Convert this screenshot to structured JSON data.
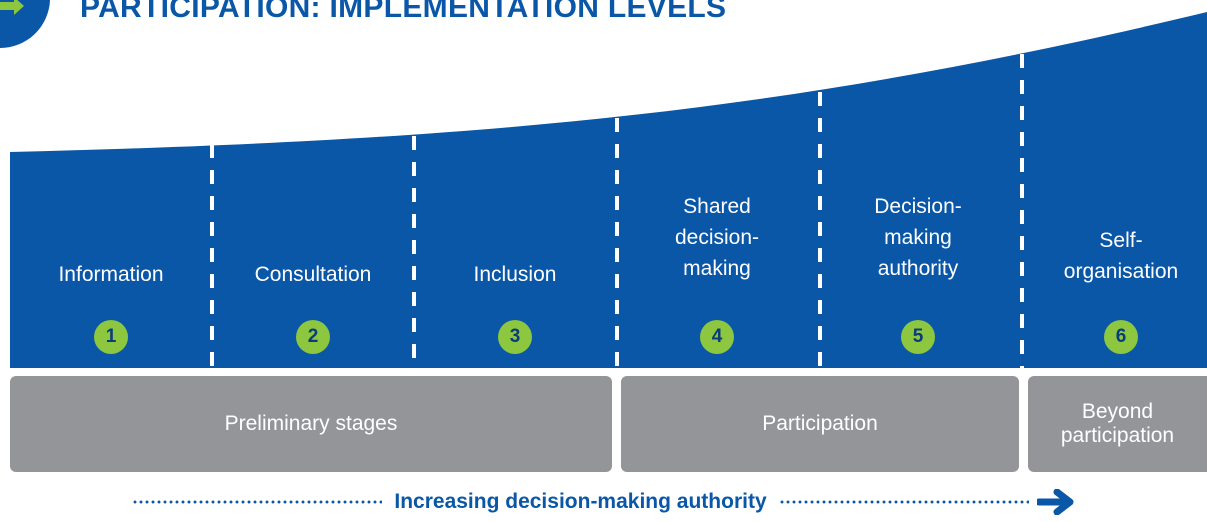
{
  "title": "PARTICIPATION: IMPLEMENTATION LEVELS",
  "colors": {
    "band": "#0a57a8",
    "badge": "#8dc63f",
    "stage": "#939598"
  },
  "levels": [
    {
      "number": "1",
      "label": "Information"
    },
    {
      "number": "2",
      "label": "Consultation"
    },
    {
      "number": "3",
      "label": "Inclusion"
    },
    {
      "number": "4",
      "label": "Shared\ndecision-\nmaking"
    },
    {
      "number": "5",
      "label": "Decision-\nmaking\nauthority"
    },
    {
      "number": "6",
      "label": "Self-\norganisation"
    }
  ],
  "stages": [
    {
      "label": "Preliminary stages"
    },
    {
      "label": "Participation"
    },
    {
      "label": "Beyond\nparticipation"
    }
  ],
  "footer": {
    "label": "Increasing decision-making authority",
    "arrow_icon": "right-arrow-icon"
  }
}
